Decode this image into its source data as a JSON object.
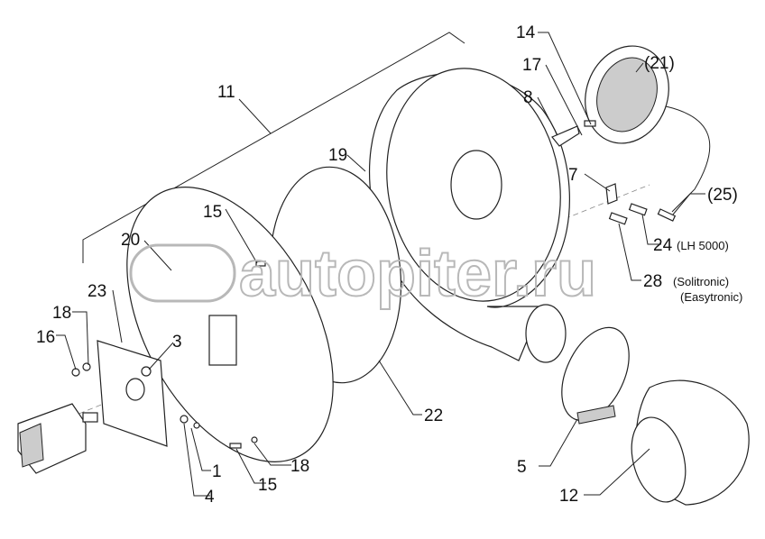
{
  "watermark": "autopiter.ru",
  "labels": {
    "l11": "11",
    "l14": "14",
    "l17": "17",
    "l8": "8",
    "l21": "(21)",
    "l19": "19",
    "l15a": "15",
    "l20": "20",
    "l23": "23",
    "l18a": "18",
    "l16": "16",
    "l3": "3",
    "l7": "7",
    "l25": "(25)",
    "l24": "24",
    "l24note": "(LH 5000)",
    "l28": "28",
    "l28note1": "(Solitronic)",
    "l28note2": "(Easytronic)",
    "l22": "22",
    "l5": "5",
    "l12": "12",
    "l1": "1",
    "l15b": "15",
    "l18b": "18",
    "l4": "4"
  }
}
